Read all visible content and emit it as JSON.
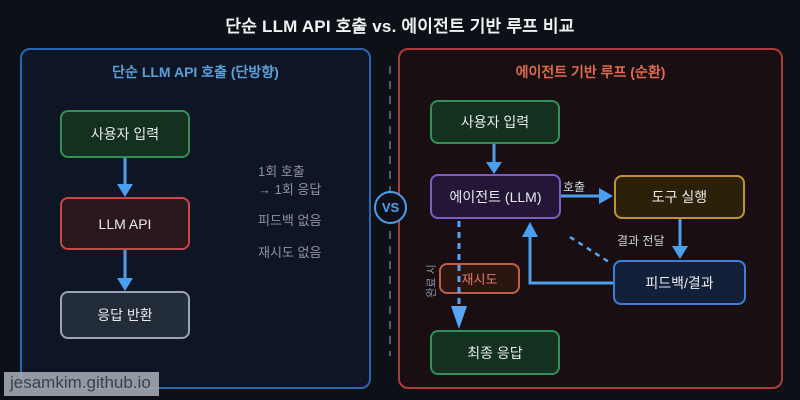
{
  "title": "단순 LLM API 호출 vs. 에이전트 기반 루프 비교",
  "vs_label": "VS",
  "watermark": "jesamkim.github.io",
  "left_panel": {
    "header": "단순 LLM API 호출 (단방향)",
    "boxes": {
      "user_input": "사용자 입력",
      "llm_api": "LLM API",
      "response_return": "응답 반환"
    },
    "notes": [
      "1회 호출",
      "→ 1회 응답",
      "피드백 없음",
      "재시도 없음"
    ]
  },
  "right_panel": {
    "header": "에이전트 기반 루프 (순환)",
    "boxes": {
      "user_input": "사용자 입력",
      "agent": "에이전트 (LLM)",
      "tool_exec": "도구 실행",
      "feedback": "피드백/결과",
      "retry": "재시도",
      "final_response": "최종 응답"
    },
    "edge_labels": {
      "call": "호출",
      "result_delivery": "결과 전달",
      "on_complete": "완료 시"
    }
  },
  "colors": {
    "background": "#0d1117",
    "left_panel_border": "#2a66b0",
    "left_header_text": "#5b9fd9",
    "right_panel_border": "#ae3a3a",
    "right_header_text": "#e06a50",
    "node_green_border": "#2f9157",
    "node_red_border": "#c64747",
    "node_gray_border": "#9aa4b2",
    "node_purple_border": "#7d5cc6",
    "node_gold_border": "#c2922d",
    "node_blue_border": "#3b7fd6",
    "retry_border": "#bf6046",
    "arrow_solid": "#4aa0ee",
    "arrow_dashed": "#58a6f2",
    "divider_dashed": "#525b68",
    "note_text": "#8a93a4"
  }
}
